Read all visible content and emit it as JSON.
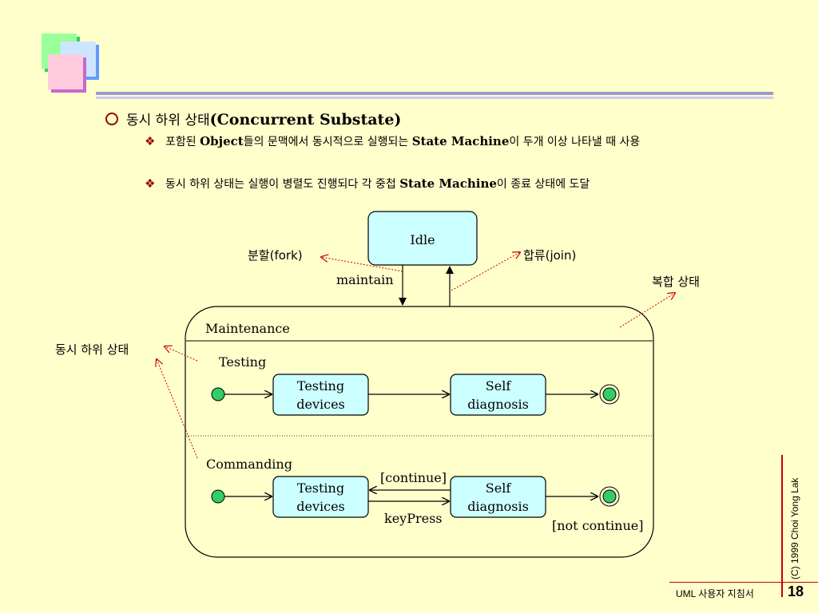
{
  "slide": {
    "title_ko": "동시 하위 상태",
    "title_en": "(Concurrent Substate)",
    "bullets": [
      {
        "ko_a": "포함된 ",
        "en_a": "Object",
        "ko_b": "들의 문맥에서 동시적으로 실행되는 ",
        "en_b": "State Machine",
        "ko_c": "이 두개 이상 나타낼 때 사용"
      },
      {
        "ko_a": "동시 하위 상태는 실행이 병렬도 진행되다 각 중첩 ",
        "en_b": "State Machine",
        "ko_c": "이 종료 상태에  도달"
      }
    ]
  },
  "diagram": {
    "idle": "Idle",
    "maintain": "maintain",
    "fork": "분할(fork)",
    "join": "합류(join)",
    "composite_state": "복합 상태",
    "concurrent_substate": "동시 하위 상태",
    "maintenance": "Maintenance",
    "testing_region": "Testing",
    "commanding_region": "Commanding",
    "testing_devices": [
      "Testing",
      "devices"
    ],
    "self_diagnosis": [
      "Self",
      "diagnosis"
    ],
    "continue": "[continue]",
    "keypress": "keyPress",
    "not_continue": "[not continue]"
  },
  "footer": {
    "copyright": "(C) 1999  Choi Yong Lak",
    "doc_title": "UML 사용자 지침서",
    "page": "18"
  },
  "colors": {
    "background": "#ffffcc",
    "state_fill": "#ccffff",
    "node_fill": "#33cc66",
    "bullet": "#990000",
    "annotation_arrow": "#cc0000"
  }
}
